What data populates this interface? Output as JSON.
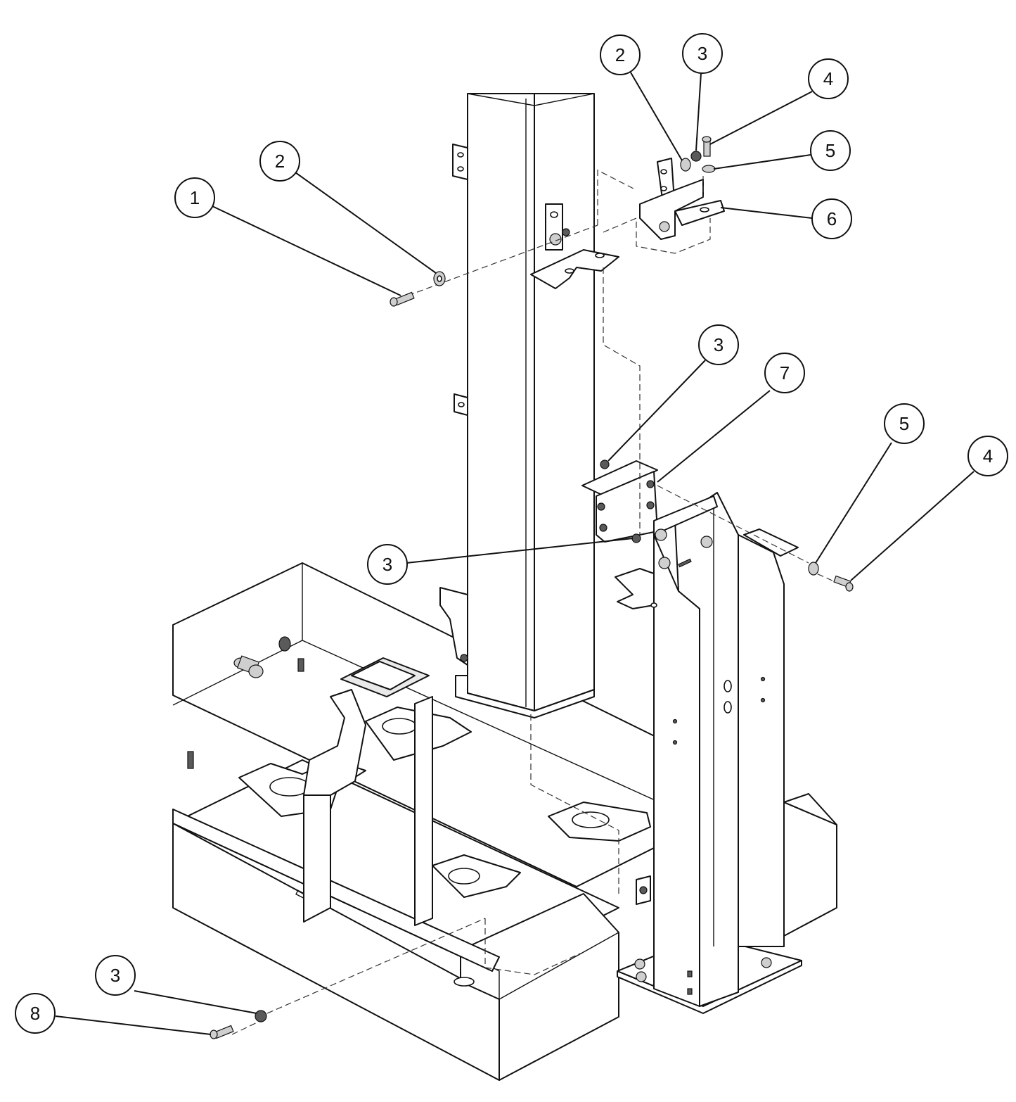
{
  "callouts": [
    {
      "id": "c1",
      "label": "1"
    },
    {
      "id": "c2a",
      "label": "2"
    },
    {
      "id": "c2b",
      "label": "2"
    },
    {
      "id": "c3a",
      "label": "3"
    },
    {
      "id": "c4a",
      "label": "4"
    },
    {
      "id": "c5a",
      "label": "5"
    },
    {
      "id": "c6",
      "label": "6"
    },
    {
      "id": "c3b",
      "label": "3"
    },
    {
      "id": "c7",
      "label": "7"
    },
    {
      "id": "c5b",
      "label": "5"
    },
    {
      "id": "c4b",
      "label": "4"
    },
    {
      "id": "c3c",
      "label": "3"
    },
    {
      "id": "c3d",
      "label": "3"
    },
    {
      "id": "c8",
      "label": "8"
    }
  ]
}
